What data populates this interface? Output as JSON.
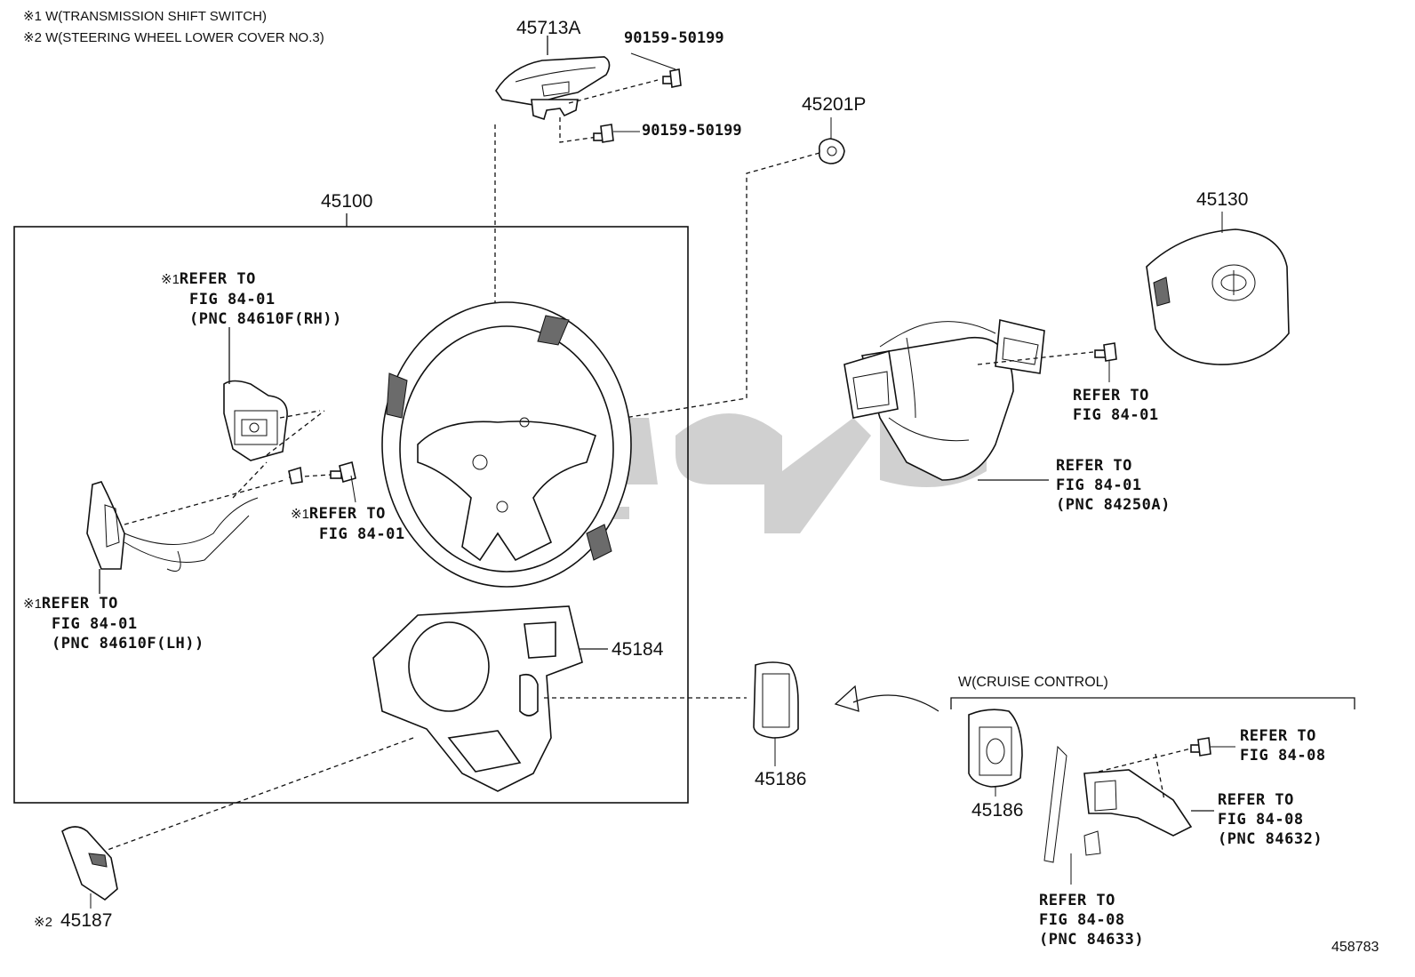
{
  "notes": [
    "※1 W(TRANSMISSION SHIFT SWITCH)",
    "※2 W(STEERING WHEEL LOWER COVER NO.3)"
  ],
  "parts": {
    "p45713a": "45713A",
    "p90159_top": "90159-50199",
    "p90159_mid": "90159-50199",
    "p45201p": "45201P",
    "p45100": "45100",
    "p45130": "45130",
    "p45184": "45184",
    "p45186_a": "45186",
    "p45186_b": "45186",
    "p45187": "45187",
    "p45187_mark": "※2"
  },
  "refs": {
    "rh_switch": {
      "mark": "※1",
      "l1": "REFER TO",
      "l2": "FIG 84-01",
      "l3": "(PNC 84610F(RH))"
    },
    "screw_mid": {
      "mark": "※1",
      "l1": "REFER TO",
      "l2": "FIG 84-01"
    },
    "lh_switch": {
      "mark": "※1",
      "l1": "REFER TO",
      "l2": "FIG 84-01",
      "l3": "(PNC 84610F(LH))"
    },
    "screw_right": {
      "l1": "REFER TO",
      "l2": "FIG 84-01"
    },
    "steering_pad": {
      "l1": "REFER TO",
      "l2": "FIG 84-01",
      "l3": "(PNC 84250A)"
    },
    "cruise_screw": {
      "l1": "REFER TO",
      "l2": "FIG 84-08"
    },
    "cruise_switch": {
      "l1": "REFER TO",
      "l2": "FIG 84-08",
      "l3": "(PNC 84632)"
    },
    "cruise_harness": {
      "l1": "REFER TO",
      "l2": "FIG 84-08",
      "l3": "(PNC 84633)"
    }
  },
  "cruise_label": "W(CRUISE CONTROL)",
  "figure_number": "458783"
}
